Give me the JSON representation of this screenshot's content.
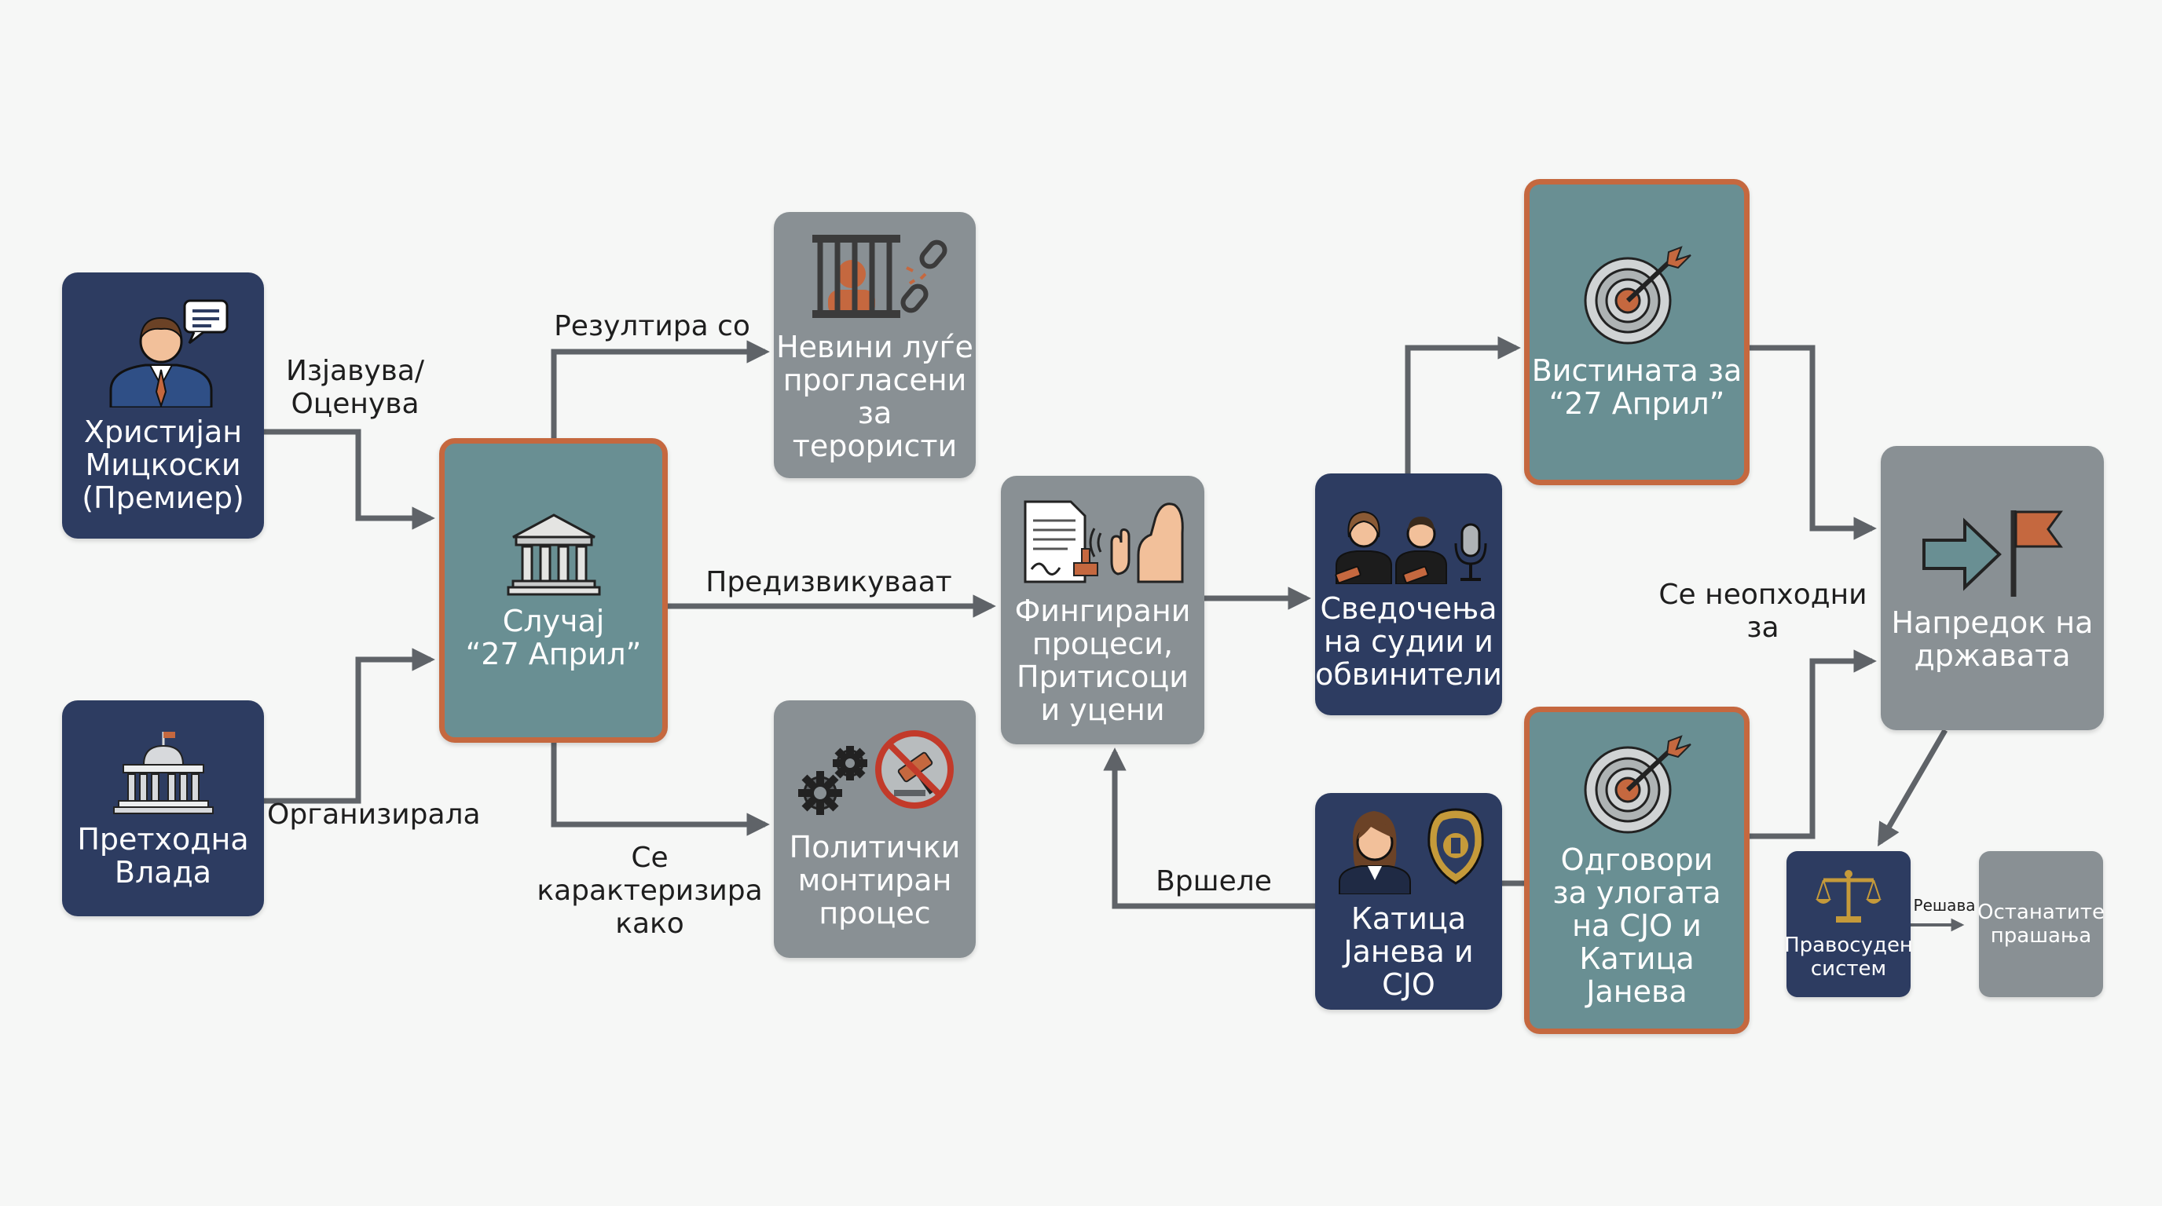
{
  "colors": {
    "navy": "#2d3c61",
    "teal": "#698f93",
    "grey": "#899094",
    "orange": "#c5683f",
    "arrow": "#5f6368"
  },
  "nodes": {
    "mickoski": {
      "label": "Христијан\nМицкоски\n(Премиер)",
      "icon": "speaking-man-icon"
    },
    "prev_gov": {
      "label": "Претходна\nВлада",
      "icon": "parliament-building-icon"
    },
    "case": {
      "label": "Случај\n“27 Април”",
      "icon": "courthouse-icon"
    },
    "innocent": {
      "label": "Невини луѓе\nпрогласени\nза терористи",
      "icon": "jail-chain-icon"
    },
    "political": {
      "label": "Политички\nмонтиран\nпроцес",
      "icon": "gears-no-gavel-icon"
    },
    "fake": {
      "label": "Фингирани\nпроцеси,\nПритисоци\nи уцени",
      "icon": "document-whisper-icon"
    },
    "testimony": {
      "label": "Сведочења\nна судии и\nобвинители",
      "icon": "judges-microphone-icon"
    },
    "janeva": {
      "label": "Катица\nЈанева и СЈО",
      "icon": "woman-badge-icon"
    },
    "truth": {
      "label": "Вистината за\n“27 Април”",
      "icon": "target-icon"
    },
    "answers": {
      "label": "Одговори\nза улогата\nна СЈО и\nКатица Јанева",
      "icon": "target-icon"
    },
    "progress": {
      "label": "Напредок на\nдржавата",
      "icon": "arrow-flag-icon"
    },
    "judicial": {
      "label": "Правосуден\nсистем",
      "icon": "scales-icon"
    },
    "remaining": {
      "label": "Останатите\nпрашања"
    }
  },
  "edges": {
    "states": "Изјавува/\nОценува",
    "organized": "Организирала",
    "results_in": "Резултира со",
    "characterized": "Се карактеризира\nкако",
    "provokes": "Предизвикуваат",
    "performed": "Вршеле",
    "necessary_for": "Се неопходни за",
    "solves": "Решава"
  }
}
